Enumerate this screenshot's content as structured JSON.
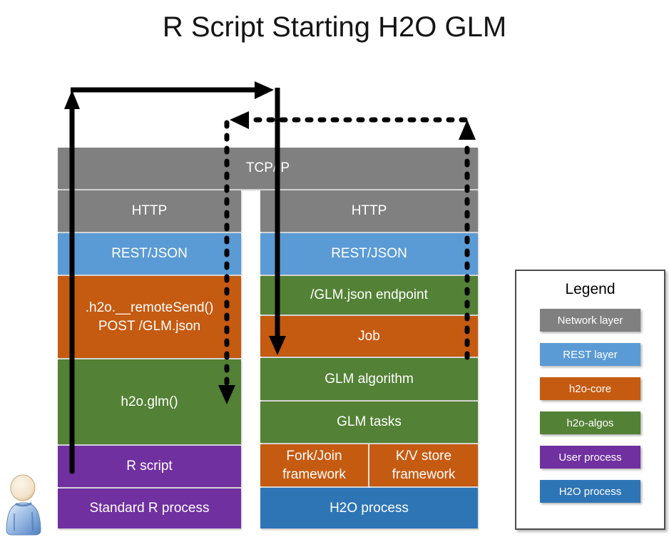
{
  "title": "R Script Starting H2O GLM",
  "network_bar": {
    "label": "TCP/IP"
  },
  "left_stack": {
    "blocks": [
      {
        "label": "HTTP",
        "layer": "network"
      },
      {
        "label": "REST/JSON",
        "layer": "rest"
      },
      {
        "line1": ".h2o.__remoteSend()",
        "line2": "POST /GLM.json",
        "layer": "h2o-core"
      },
      {
        "label": "h2o.glm()",
        "layer": "h2o-algos"
      },
      {
        "label": "R script",
        "layer": "user-process"
      },
      {
        "label": "Standard R process",
        "layer": "user-process"
      }
    ]
  },
  "right_stack": {
    "blocks": [
      {
        "label": "HTTP",
        "layer": "network"
      },
      {
        "label": "REST/JSON",
        "layer": "rest"
      },
      {
        "label": "/GLM.json endpoint",
        "layer": "h2o-algos"
      },
      {
        "label": "Job",
        "layer": "h2o-core"
      },
      {
        "label": "GLM algorithm",
        "layer": "h2o-algos"
      },
      {
        "label": "GLM tasks",
        "layer": "h2o-algos"
      }
    ],
    "fork_join": "Fork/Join framework",
    "kv_store": "K/V store framework",
    "process": "H2O process"
  },
  "legend": {
    "title": "Legend",
    "items": [
      {
        "label": "Network layer",
        "color": "#808080"
      },
      {
        "label": "REST layer",
        "color": "#5B9BD5"
      },
      {
        "label": "h2o-core",
        "color": "#C55A11"
      },
      {
        "label": "h2o-algos",
        "color": "#538135"
      },
      {
        "label": "User process",
        "color": "#7030A0"
      },
      {
        "label": "H2O process",
        "color": "#2E75B6"
      }
    ]
  },
  "icons": {
    "person": "user-person-icon",
    "request_arrow": "solid-black-arrow",
    "response_arrow": "dashed-black-arrow"
  },
  "colors": {
    "arrow": "#000000",
    "background": "#ffffff",
    "legend_border": "#4d4d4d"
  }
}
